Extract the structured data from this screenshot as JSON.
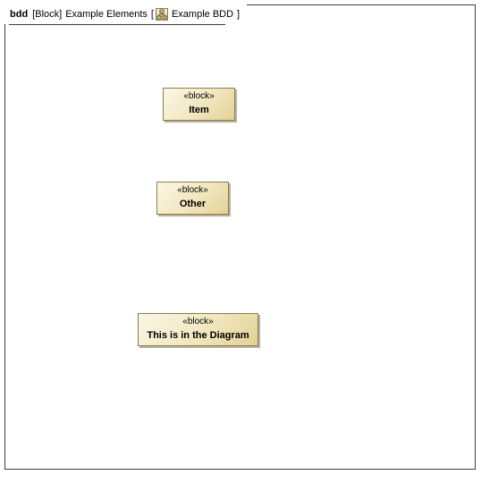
{
  "frame": {
    "kind": "bdd",
    "element_type": "[Block]",
    "element_name": "Example Elements",
    "open_bracket": "[",
    "diagram_icon": "block-definition-diagram-icon",
    "diagram_name": "Example BDD",
    "close_bracket": "]"
  },
  "blocks": [
    {
      "stereotype": "«block»",
      "name": "Item"
    },
    {
      "stereotype": "«block»",
      "name": "Other"
    },
    {
      "stereotype": "«block»",
      "name": "This is in the Diagram"
    }
  ],
  "colors": {
    "block_fill_light": "#fbf7e6",
    "block_fill_dark": "#e3d196",
    "block_border": "#8a7d50",
    "frame_border": "#404040"
  }
}
